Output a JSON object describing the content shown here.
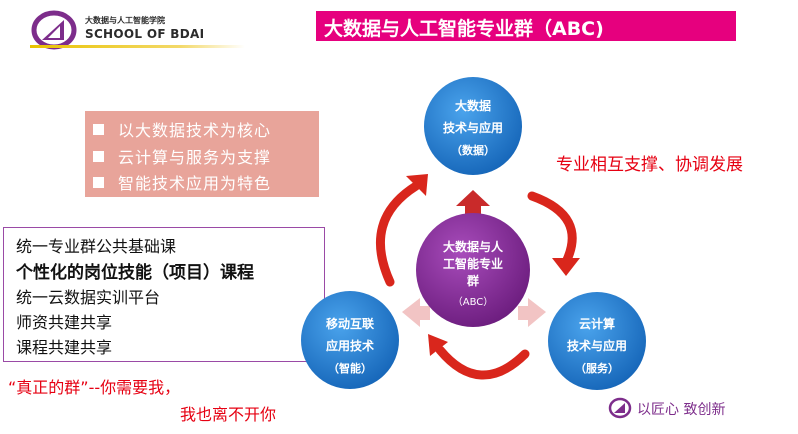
{
  "header": {
    "school_cn": "大数据与人工智能学院",
    "school_en": "SCHOOL OF BDAI",
    "title": "大数据与人工智能专业群（ABC)"
  },
  "pillars": [
    "以大数据技术为核心",
    "云计算与服务为支撑",
    "智能技术应用为特色"
  ],
  "shared_items": [
    "统一专业群公共基础课",
    "个性化的岗位技能（项目）课程",
    "统一云数据实训平台",
    "师资共建共享",
    "课程共建共享"
  ],
  "relation_text": "专业相互支撑、协调发展",
  "quote": {
    "line1": "“真正的群”--你需要我，",
    "line2": "我也离不开你"
  },
  "slogan": "以匠心  致创新",
  "diagram": {
    "center": {
      "line1": "大数据与人",
      "line2": "工智能专业",
      "line3": "群",
      "line4": "（ABC）"
    },
    "top": {
      "line1": "大数据",
      "line2": "技术与应用",
      "line3": "（数据）"
    },
    "left": {
      "line1": "移动互联",
      "line2": "应用技术",
      "line3": "（智能）"
    },
    "right": {
      "line1": "云计算",
      "line2": "技术与应用",
      "line3": "（服务）"
    }
  },
  "colors": {
    "title_bar": "#e6007e",
    "center_circle": "#8b2a9a",
    "outer_circle": "#1e7bd0",
    "arrow_red": "#d9261c",
    "pillar_box": "#e8a49a"
  }
}
